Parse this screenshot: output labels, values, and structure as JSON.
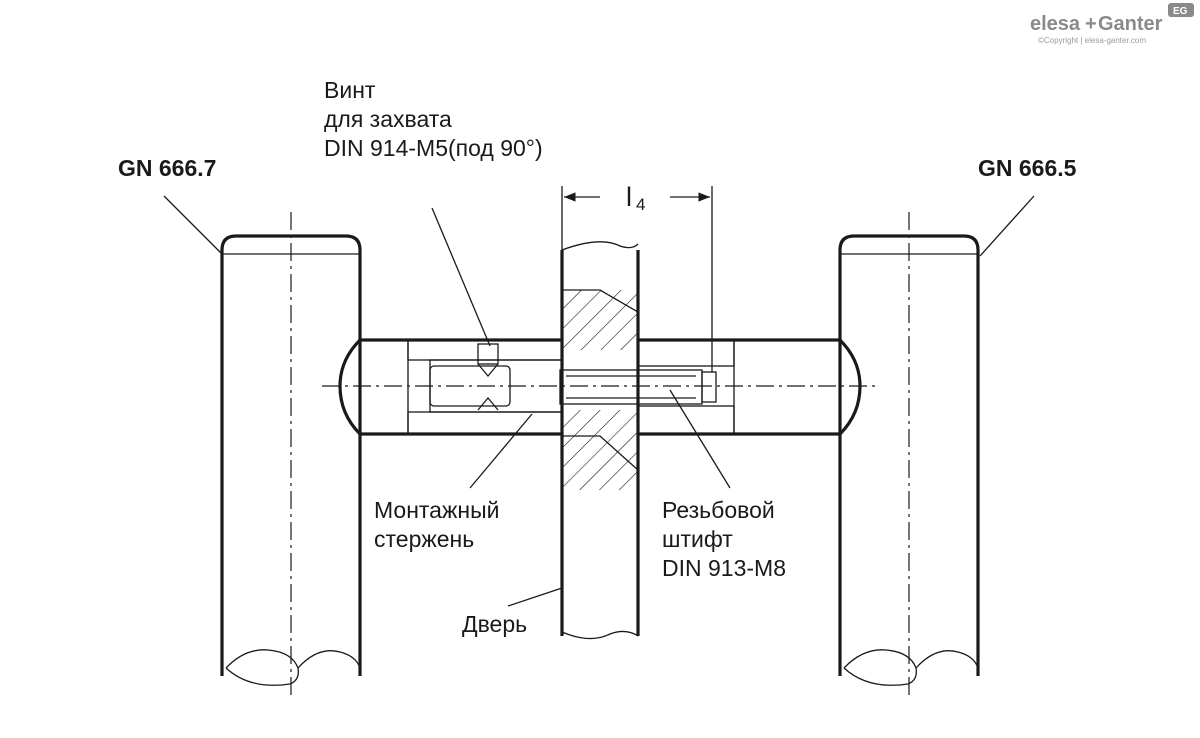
{
  "logo": {
    "brand_left": "elesa",
    "brand_plus": "+",
    "brand_right": "Ganter",
    "badge": "EG",
    "copyright": "©Copyright | elesa-ganter.com"
  },
  "labels": {
    "left_handle": "GN 666.7",
    "right_handle": "GN 666.5",
    "grub_screw_line1": "Винт",
    "grub_screw_line2": "для захвата",
    "grub_screw_line3": "DIN 914-M5(под 90°)",
    "dimension_l4_main": "l",
    "dimension_l4_sub": "4",
    "mounting_rod_line1": "Монтажный",
    "mounting_rod_line2": "стержень",
    "threaded_pin_line1": "Резьбовой",
    "threaded_pin_line2": "штифт",
    "threaded_pin_line3": "DIN 913-M8",
    "door": "Дверь"
  },
  "colors": {
    "line": "#1a1a1a",
    "logo": "#8a8a8a"
  }
}
